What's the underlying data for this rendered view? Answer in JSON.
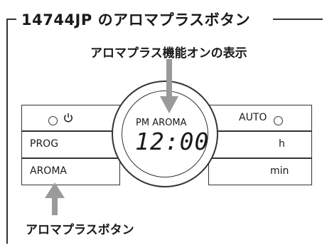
{
  "title": "14744JP のアロマプラスボタン",
  "annotation_top": "アロマプラス機能オンの表示",
  "annotation_bottom": "アロマプラスボタン",
  "panel": {
    "left_buttons": [
      {
        "label": "",
        "icons": [
          "indicator-light-icon",
          "power-icon"
        ]
      },
      {
        "label": "PROG"
      },
      {
        "label": "AROMA"
      }
    ],
    "right_buttons": [
      {
        "label": "AUTO",
        "icons": [
          "indicator-light-icon"
        ]
      },
      {
        "label": "h"
      },
      {
        "label": "min"
      }
    ],
    "display": {
      "status": "PM AROMA",
      "time": "12:00"
    }
  }
}
